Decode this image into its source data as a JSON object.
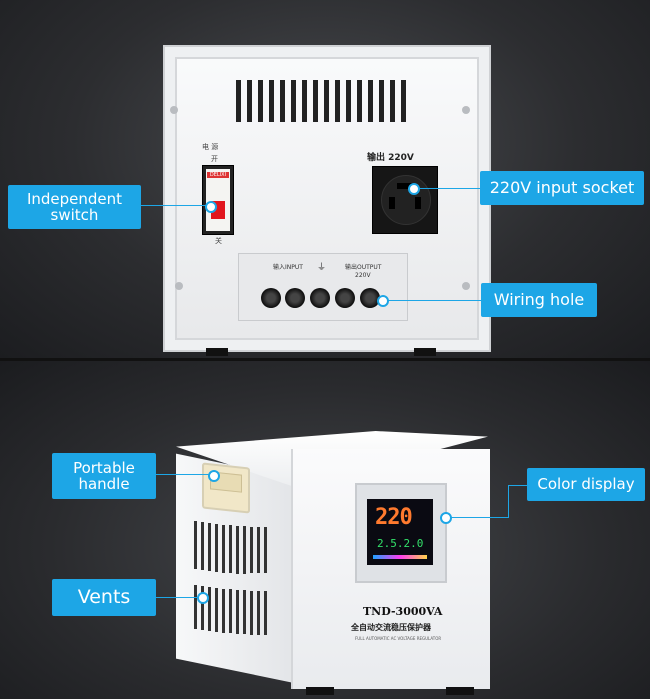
{
  "top_panel": {
    "switch_caption_1": "电 源",
    "switch_caption_2": "开",
    "switch_caption_3": "关",
    "switch_brand": "DELIXI",
    "output_label": "输出 220V",
    "terminal_input_label": "输入INPUT",
    "terminal_output_label": "输出OUTPUT",
    "terminal_voltage": "220V"
  },
  "bottom_panel": {
    "model": "TND-3000VA",
    "chinese_title": "全自动交流稳压保护器",
    "english_subtitle": "FULL AUTOMATIC AC VOLTAGE REGULATOR",
    "display_reading_top": "220",
    "display_reading_bottom": "2.5.2.0"
  },
  "callouts": {
    "independent_switch": "Independent switch",
    "input_socket": "220V input socket",
    "wiring_hole": "Wiring hole",
    "portable_handle": "Portable handle",
    "color_display": "Color display",
    "vents": "Vents"
  },
  "colors": {
    "callout": "#1da6e6",
    "housing": "#f2f3f5",
    "background": "#2a2b2e"
  }
}
